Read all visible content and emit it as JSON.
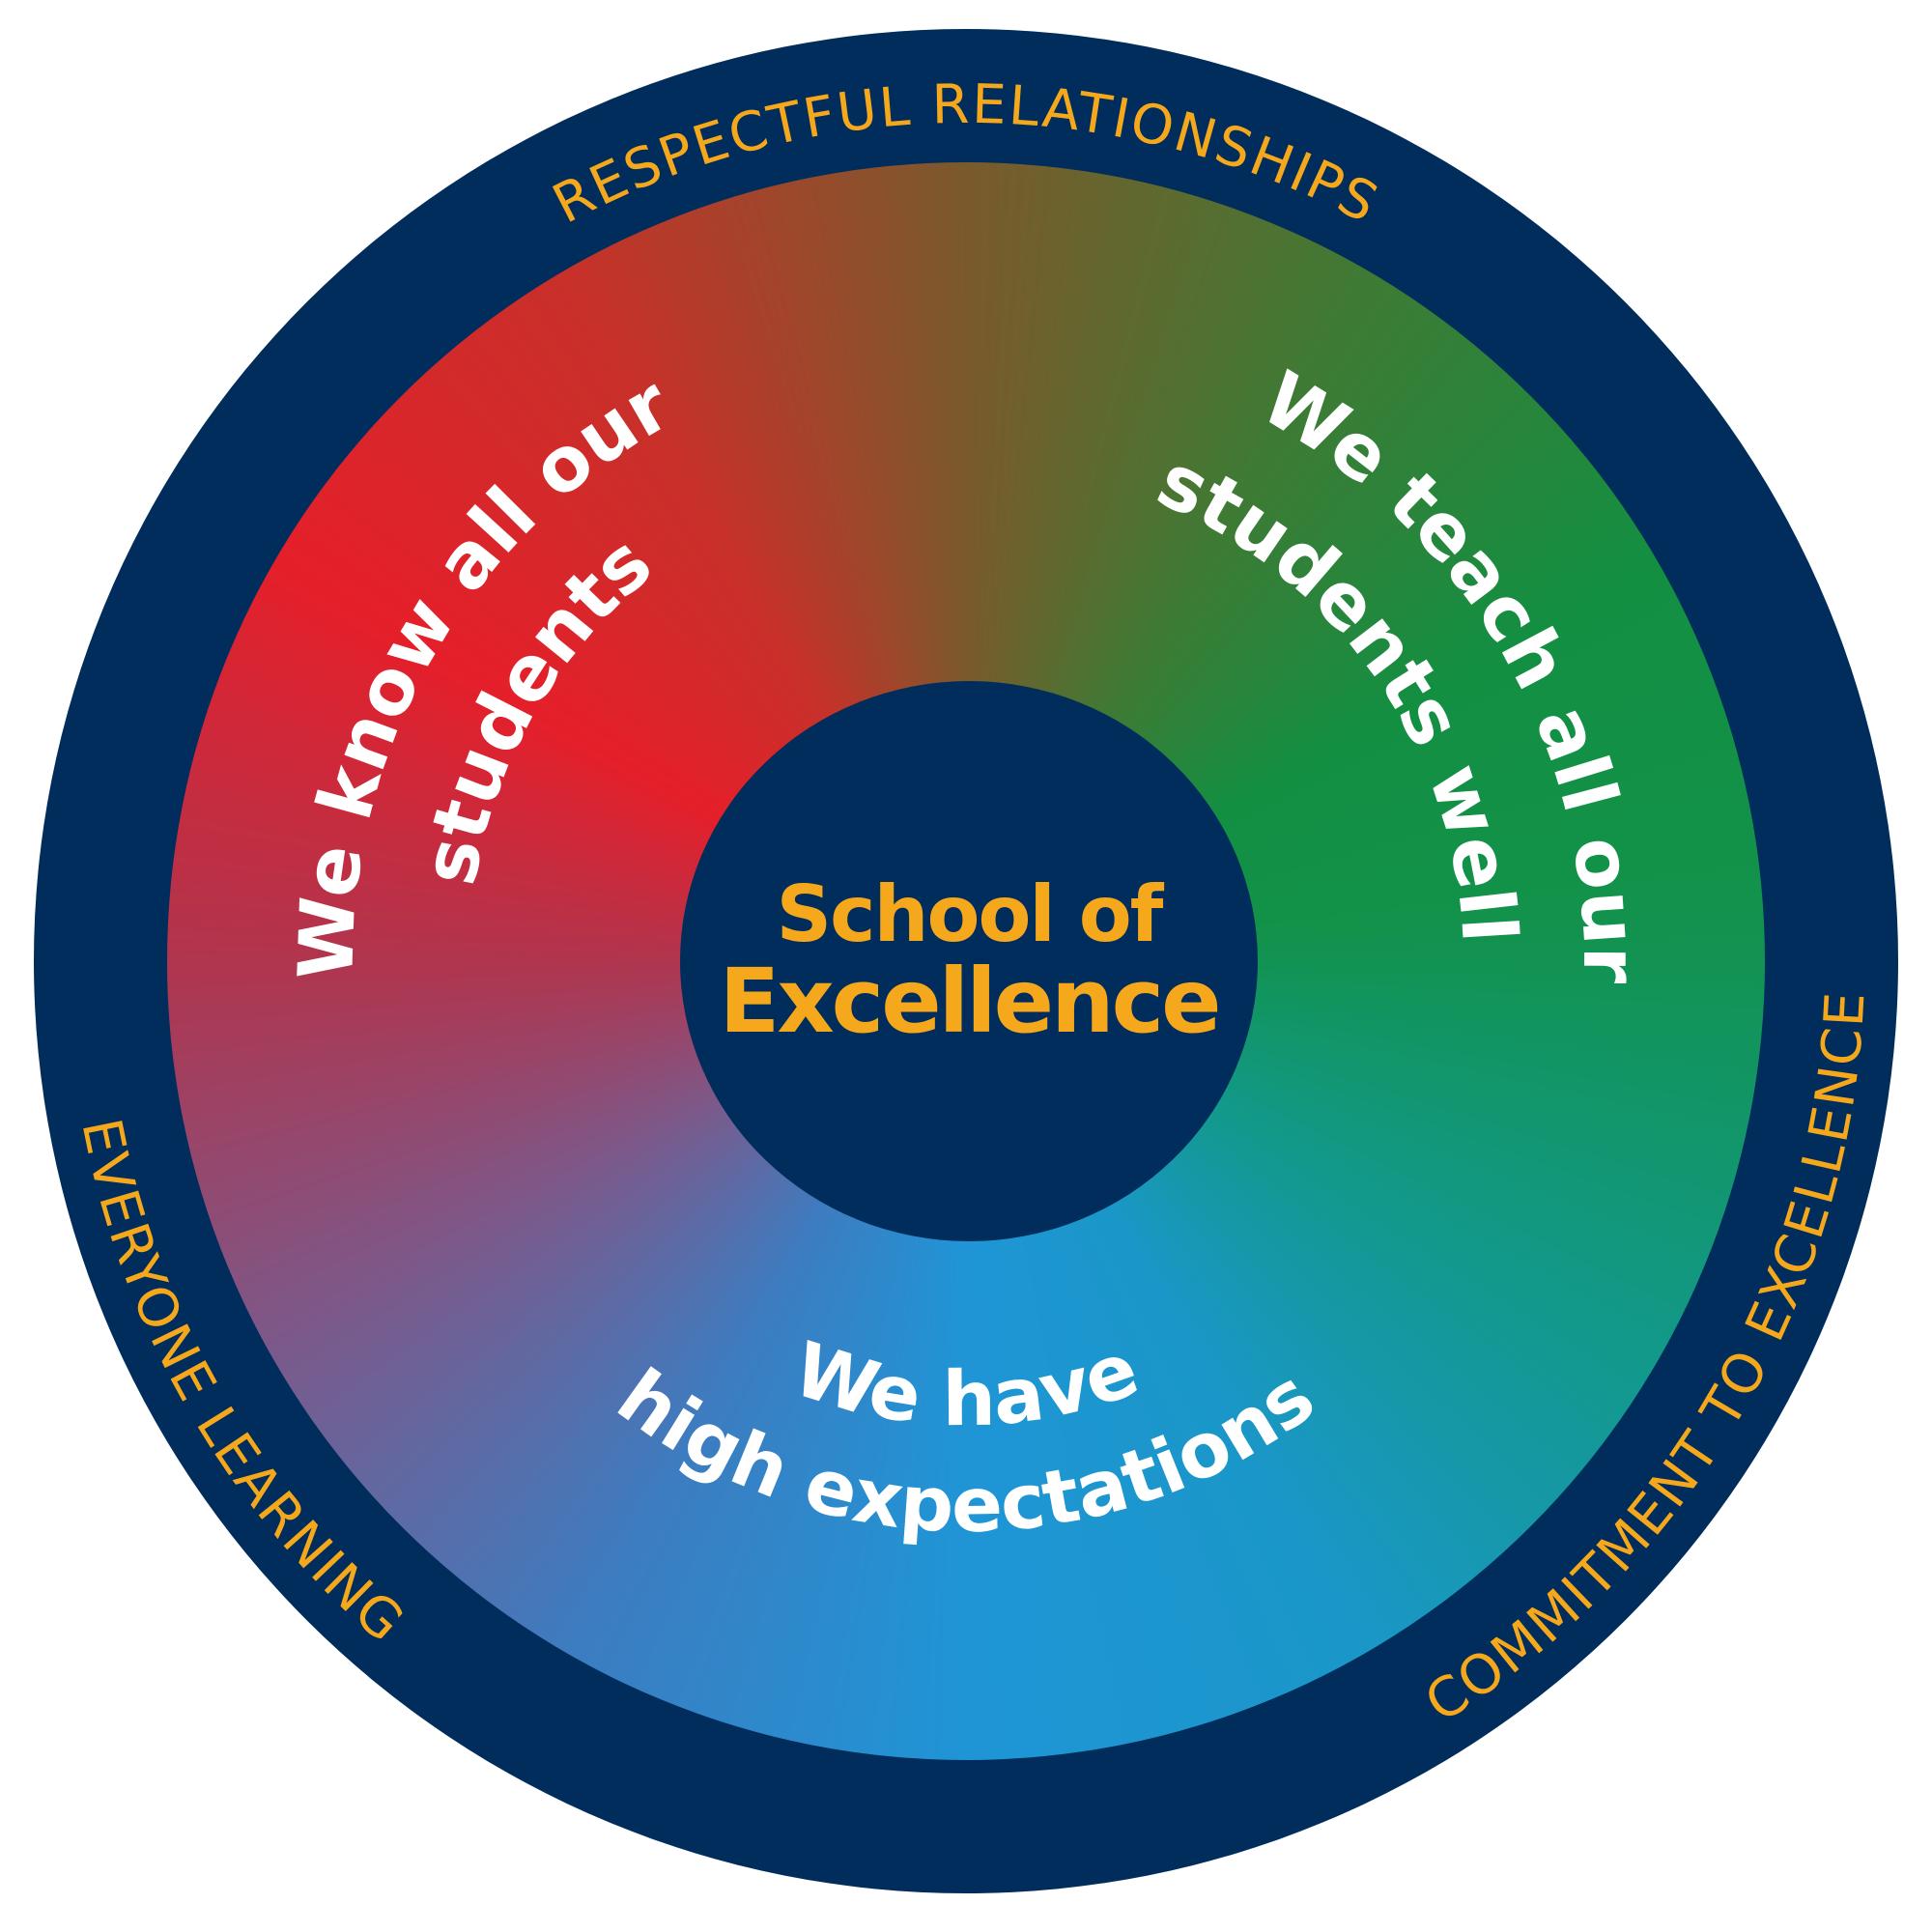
{
  "title": [
    "School of",
    "Excellence"
  ],
  "ring": {
    "top": "RESPECTFUL RELATIONSHIPS",
    "right": "COMMITMENT TO EXCELLENCE",
    "left": "EVERYONE LEARNING"
  },
  "segments": {
    "know": [
      "We know all our",
      "students"
    ],
    "teach": [
      "We teach all our",
      "students well"
    ],
    "expect": [
      "We have",
      "high expectations"
    ]
  },
  "colors": {
    "navy": "#012d5c",
    "orange": "#f6a81c",
    "red": "#e51f2a",
    "green": "#138f42",
    "blue": "#1f95d6"
  }
}
